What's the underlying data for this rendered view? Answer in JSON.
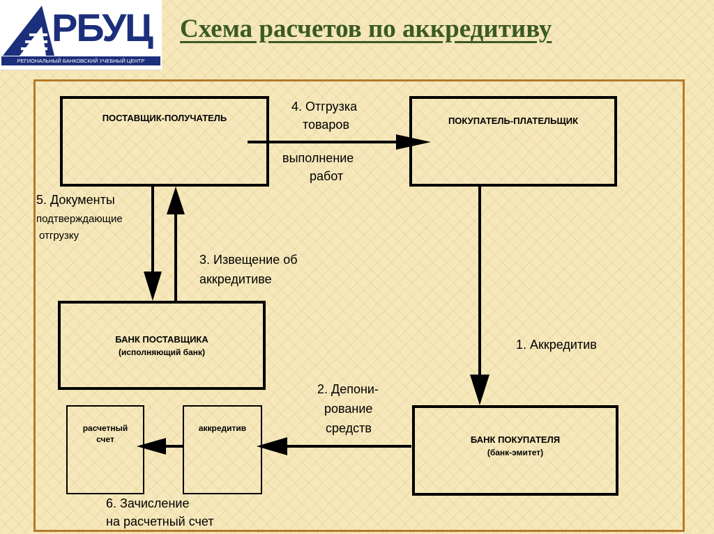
{
  "logo": {
    "text": "РБУЦ",
    "subtitle": "РЕГИОНАЛЬНЫЙ БАНКОВСКИЙ УЧЕБНЫЙ ЦЕНТР"
  },
  "title": "Схема расчетов по аккредитиву",
  "boxes": {
    "supplier": "ПОСТАВЩИК-ПОЛУЧАТЕЛЬ",
    "buyer": "ПОКУПАТЕЛЬ-ПЛАТЕЛЬЩИК",
    "supplier_bank": "БАНК ПОСТАВЩИКА",
    "supplier_bank_sub": "(исполняющий банк)",
    "buyer_bank": "БАНК ПОКУПАТЕЛЯ",
    "buyer_bank_sub": "(банк-эмитет)",
    "account_line1": "расчетный",
    "account_line2": "счет",
    "accreditive": "аккредитив"
  },
  "labels": {
    "step4_line1": "4. Отгрузка",
    "step4_line2": "товаров",
    "step4_line3": "выполнение",
    "step4_line4": "работ",
    "step5_line1": "5. Документы",
    "step5_line2": "подтверждающие",
    "step5_line3": "отгрузку",
    "step3_line1": "3. Извещение об",
    "step3_line2": "аккредитиве",
    "step1": "1. Аккредитив",
    "step2_line1": "2. Депони-",
    "step2_line2": "рование",
    "step2_line3": "средств",
    "step6_line1": "6. Зачисление",
    "step6_line2": "на расчетный счет"
  }
}
